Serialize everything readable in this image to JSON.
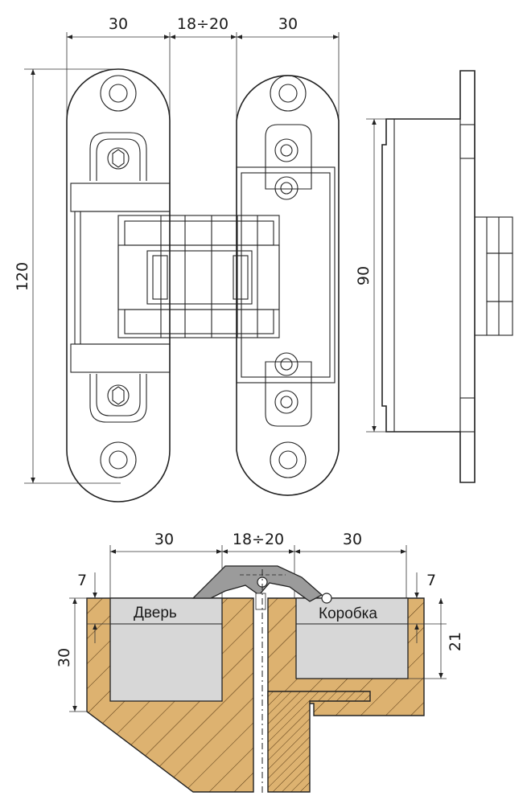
{
  "top_view": {
    "dim_width_left": "30",
    "dim_gap": "18÷20",
    "dim_width_right": "30",
    "dim_height": "120"
  },
  "side_view": {
    "dim_height": "90"
  },
  "section": {
    "dim_door_width": "30",
    "dim_gap": "18÷20",
    "dim_frame_width": "30",
    "dim_door_offset": "7",
    "dim_frame_offset": "7",
    "dim_door_thickness": "30",
    "dim_frame_depth": "21",
    "label_door": "Дверь",
    "label_frame": "Коробка"
  },
  "colors": {
    "wood": "#ddb270",
    "pocket": "#d7d7d7",
    "hinge": "#9b9b9b",
    "line": "#222222"
  }
}
